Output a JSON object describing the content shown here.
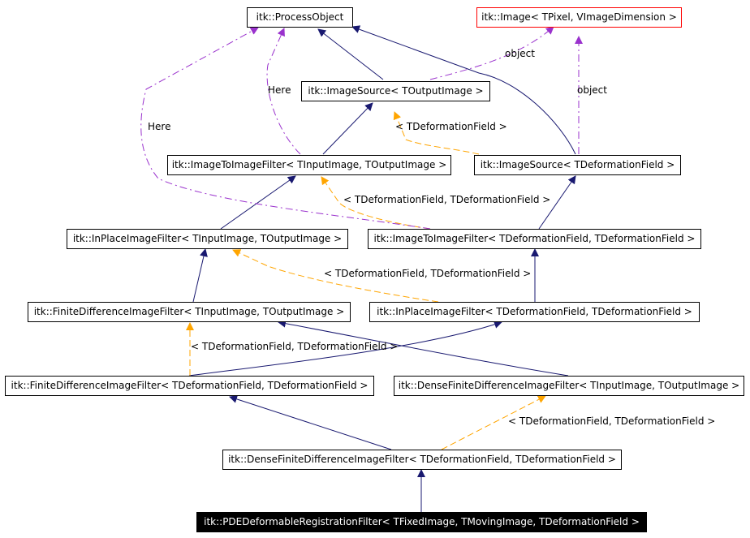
{
  "colors": {
    "inherit": "#191970",
    "template": "#ffa500",
    "usage": "#9a32cd",
    "external_border": "#ff0000",
    "current_bg": "#000000"
  },
  "nodes": {
    "process_object": "itk::ProcessObject",
    "image": "itk::Image< TPixel, VImageDimension >",
    "image_source_output": "itk::ImageSource< TOutputImage >",
    "image_to_image_input_output": "itk::ImageToImageFilter< TInputImage, TOutputImage >",
    "image_source_deformation": "itk::ImageSource< TDeformationField >",
    "inplace_input_output": "itk::InPlaceImageFilter< TInputImage, TOutputImage >",
    "image_to_image_deformation": "itk::ImageToImageFilter< TDeformationField, TDeformationField >",
    "finite_difference_input_output": "itk::FiniteDifferenceImageFilter< TInputImage, TOutputImage >",
    "inplace_deformation": "itk::InPlaceImageFilter< TDeformationField, TDeformationField >",
    "finite_difference_deformation": "itk::FiniteDifferenceImageFilter< TDeformationField, TDeformationField >",
    "dense_finite_difference_input_output": "itk::DenseFiniteDifferenceImageFilter< TInputImage, TOutputImage >",
    "dense_finite_difference_deformation": "itk::DenseFiniteDifferenceImageFilter< TDeformationField, TDeformationField >",
    "pde_deformable_registration": "itk::PDEDeformableRegistrationFilter< TFixedImage, TMovingImage, TDeformationField >"
  },
  "edge_labels": {
    "object_image_source": "object",
    "object_image_source_deformation": "object",
    "here_image_to_image": "Here",
    "here_image_to_image_deformation": "Here",
    "tmpl_image_source": "< TDeformationField >",
    "tmpl_image_to_image": "< TDeformationField, TDeformationField >",
    "tmpl_inplace": "< TDeformationField, TDeformationField >",
    "tmpl_finite_difference": "< TDeformationField, TDeformationField >",
    "tmpl_dense_finite_difference": "< TDeformationField, TDeformationField >"
  }
}
